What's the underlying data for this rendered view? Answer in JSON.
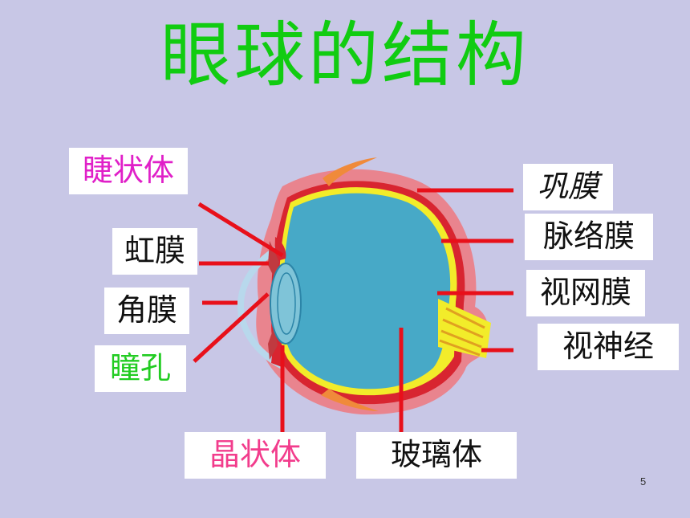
{
  "title": "眼球的结构",
  "page_number": "5",
  "labels": {
    "ciliary_body": "睫状体",
    "iris": "虹膜",
    "cornea": "角膜",
    "pupil": "瞳孔",
    "lens": "晶状体",
    "vitreous": "玻璃体",
    "sclera": "巩膜",
    "choroid": "脉络膜",
    "retina": "视网膜",
    "optic_nerve": "视神经"
  },
  "colors": {
    "background": "#c8c7e6",
    "title": "#11cc11",
    "leader_line": "#e8101a",
    "ciliary_body": "#e020c8",
    "pupil": "#22cc22",
    "lens": "#f23c8c",
    "default_label": "#111111"
  }
}
